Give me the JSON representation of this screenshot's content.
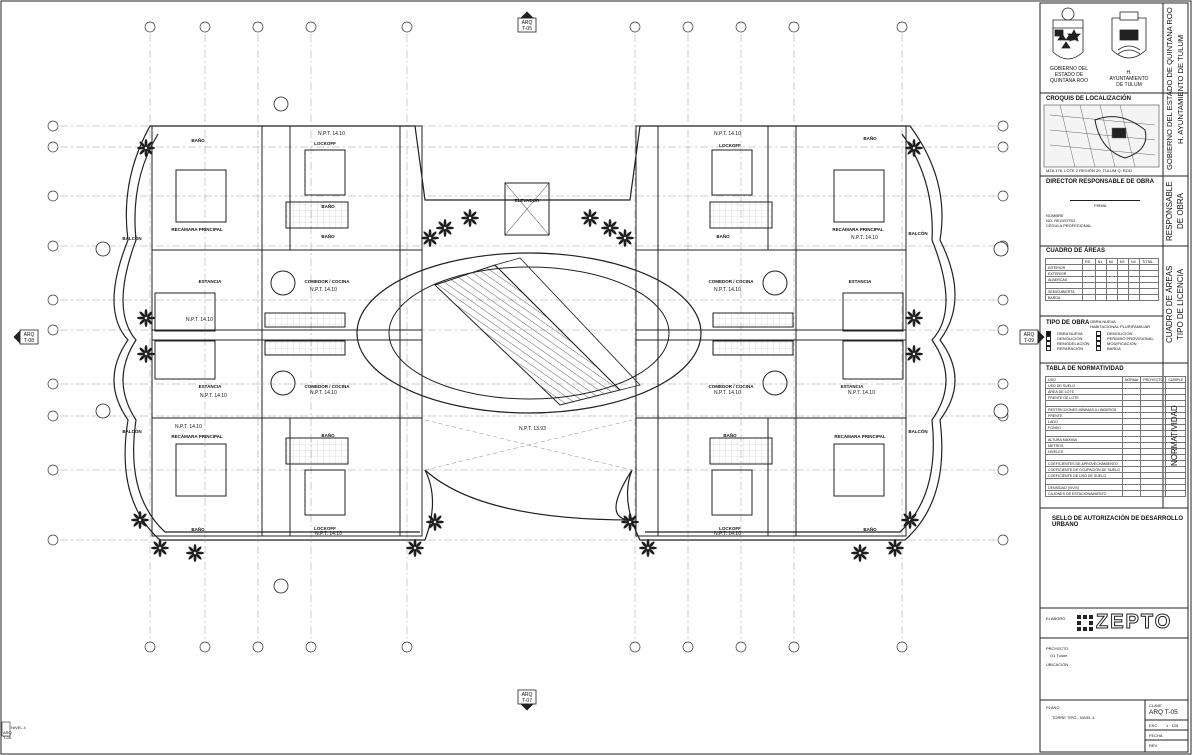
{
  "plan": {
    "rooms": {
      "balcon": "BALCÓN",
      "estancia": "ESTANCIA",
      "comedor_cocina": "COMEDOR / COCINA",
      "recamara_principal": "RECÁMARA PRINCIPAL",
      "bano": "BAÑO",
      "lockoff": "LOCKOFF",
      "elevador": "ELEVADOR"
    },
    "levels": {
      "npt_1410": "N.P.T. 14.10",
      "npt_1393": "N.P.T. 13.93"
    },
    "section_marks": {
      "top": [
        "ARQ",
        "T-05"
      ],
      "bottom": [
        "ARQ",
        "T-07"
      ],
      "left": [
        "ARQ",
        "T-08"
      ],
      "right": [
        "ARQ",
        "T-09"
      ]
    },
    "bottom_left_note": [
      "NIVEL 4",
      "ARQ",
      "T-05"
    ]
  },
  "title_block": {
    "gov_left": [
      "GOBIERNO DEL",
      "ESTADO DE",
      "QUINTANA ROO"
    ],
    "gov_right": [
      "H.",
      "AYUNTAMIENTO",
      "DE TULUM"
    ],
    "side_header": [
      "GOBIERNO DEL ESTADO DE QUINTANA ROO",
      "H. AYUNTAMIENTO DE TULUM"
    ],
    "croquis_title": "CROQUIS DE LOCALIZACIÓN",
    "croquis_caption": "MZA 176, LOTE 2 REGIÓN 20, TULUM Q. ROO",
    "dro_title": "DIRECTOR RESPONSABLE DE OBRA",
    "dro_firma": "FIRMA",
    "dro_fields": [
      "NOMBRE",
      "NO. REGISTRO",
      "CÉDULA PROFESIONAL"
    ],
    "dro_side": [
      "RESPONSABLE",
      "DE OBRA"
    ],
    "areas_title": "CUADRO DE ÁREAS",
    "areas_header": [
      "",
      "P.B.",
      "N1",
      "N2",
      "N3",
      "N4",
      "TOTAL"
    ],
    "areas_rows": [
      [
        "INTERIOR",
        "",
        "",
        "",
        "",
        "",
        ""
      ],
      [
        "EXTERIOR",
        "",
        "",
        "",
        "",
        "",
        ""
      ],
      [
        "ALBERCAS",
        "",
        "",
        "",
        "",
        "",
        ""
      ],
      [
        "",
        "",
        "",
        "",
        "",
        "",
        ""
      ],
      [
        "SEMICUBIERTA",
        "",
        "",
        "",
        "",
        "",
        ""
      ],
      [
        "BARDA",
        "",
        "",
        "",
        "",
        "",
        ""
      ]
    ],
    "tipo_obra_title": "TIPO DE OBRA",
    "tipo_obra_note": [
      "OBRA NUEVA",
      "HABITACIONAL PLURIFAMILIAR"
    ],
    "tipo_obra_left": [
      "OBRA NUEVA",
      "DEMOLICIÓN",
      "REMODELACIÓN",
      "REPARACIÓN"
    ],
    "tipo_obra_right": [
      "DEMOLICIÓN",
      "PERMISO PROVISIONAL",
      "MODIFICACIÓN",
      "BARDA"
    ],
    "areas_side": [
      "CUADRO DE ÁREAS",
      "TIPO DE LICENCIA"
    ],
    "norm_title": "TABLA DE NORMATIVIDAD",
    "norm_header": [
      "USO",
      "NORMA",
      "PROYECTO",
      "CUMPLE"
    ],
    "norm_rows": [
      "USO DE SUELO",
      "ÁREA DE LOTE",
      "FRENTE DE LOTE",
      "",
      "RESTRICCIONES MÍNIMAS A LINDEROS",
      "FRENTE",
      "LADO",
      "FONDO",
      "",
      "ALTURA MÁXIMA",
      "METROS",
      "NIVELES",
      "",
      "COEFICIENTES DE APROVECHAMIENTO",
      "COEFICIENTE DE OCUPACIÓN DE SUELO",
      "COEFICIENTE DE USO DE SUELO",
      "",
      "DENSIDAD (VIVIS)",
      "CAJONES DE ESTACIONAMIENTO"
    ],
    "norm_side": "NORMATIVIDAD",
    "sello": "SELLO DE AUTORIZACIÓN DE DESARROLLO URBANO",
    "elaboro_label": "ELABORÓ",
    "brand": "ZEPTO",
    "proyecto_label": "PROYECTO",
    "proyecto_value": "G1 Tulum",
    "ubicacion_label": "UBICACIÓN",
    "plano_label": "PLANO",
    "plano_value": "TORRE TIPO - NIVEL 4",
    "clave_label": "CLAVE",
    "clave_value": "ARQ T-05",
    "esc_label": "ESC",
    "esc_value": "1 : 125",
    "fecha_label": "FECHA",
    "rev_label": "REV"
  },
  "colors": {
    "line": "#222222",
    "grid": "#9a9a9a",
    "hatch": "#555555",
    "plant": "#1e1e1e"
  }
}
